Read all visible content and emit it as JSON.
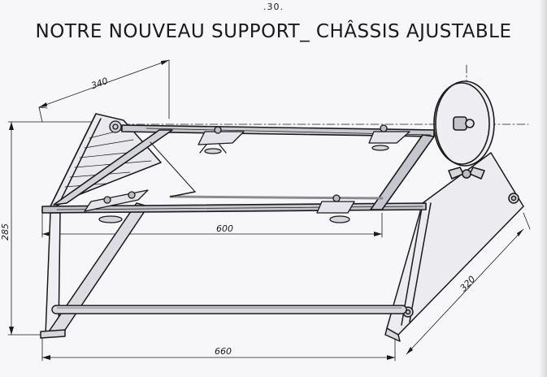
{
  "page": {
    "number": ".30.",
    "title": "NOTRE NOUVEAU SUPPORT_ CHÂSSIS AJUSTABLE"
  },
  "dimensions": {
    "depth_top": "340",
    "height_left": "285",
    "frame_width": "600",
    "base_length": "660",
    "base_depth": "320"
  },
  "colors": {
    "paper": "#f7f7f9",
    "ink": "#1a1a1a"
  }
}
